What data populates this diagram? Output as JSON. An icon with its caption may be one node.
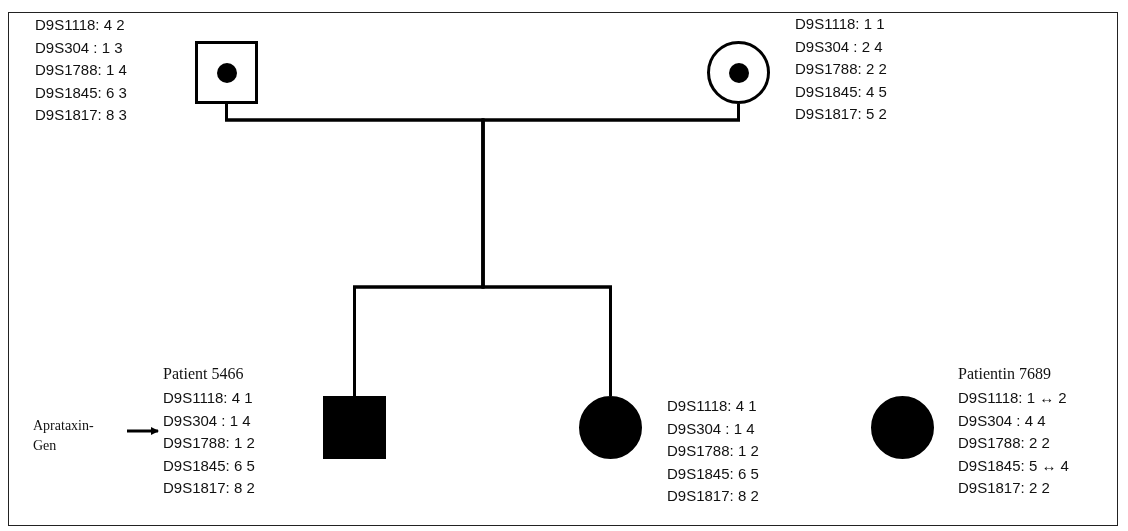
{
  "diagram": {
    "nodes": [
      {
        "text": [],
        "shape": "box",
        "beside": [
          "D9S1118: 4 2",
          "D9S304 : 1 3",
          "D9S1788: 1 4",
          "D9S1845: 6 3",
          "D9S1817: 8 3"
        ]
      },
      {
        "text": [],
        "shape": "circle",
        "beside": [
          "D9S1118: 1 1",
          "D9S304 : 2 4",
          "D9S1788: 2 2",
          "D9S1845: 4 5",
          "D9S1817: 5 2"
        ]
      },
      {
        "text": [],
        "shape": "box",
        "beside": [
          "Patient 5466",
          "D9S1118: 4 1",
          "D9S304 : 1 4",
          "D9S1788: 1 2",
          "D9S1845: 6 5",
          "D9S1817: 8 2"
        ]
      },
      {
        "text": [],
        "shape": "circle",
        "beside": [
          "D9S1118: 4 1",
          "D9S304 : 1 4",
          "D9S1788: 1 2",
          "D9S1845: 6 5",
          "D9S1817: 8 2"
        ]
      },
      {
        "text": [],
        "shape": "circle",
        "beside": [
          "Patientin 7689",
          "D9S1118: 1 ↔ 2",
          "D9S304 : 4 4",
          "D9S1788: 2 2",
          "D9S1845: 5 ↔ 4",
          "D9S1817: 2 2"
        ]
      },
      {
        "text": [
          "Aprataxin-Gen"
        ]
      }
    ],
    "edges": [
      {
        "from": 0,
        "to": 2,
        "arrow": "none"
      },
      {
        "from": 0,
        "to": 3,
        "arrow": "none"
      },
      {
        "from": 1,
        "to": 2,
        "arrow": "none"
      },
      {
        "from": 1,
        "to": 3,
        "arrow": "none"
      },
      {
        "from": 5,
        "to": 2,
        "arrow": "to"
      }
    ]
  }
}
